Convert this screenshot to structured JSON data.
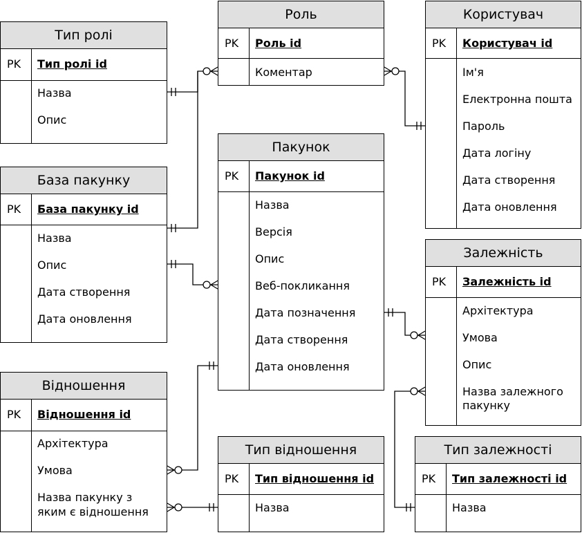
{
  "entities": {
    "role": {
      "title": "Роль",
      "pk_label": "PK",
      "pk": "Роль id",
      "attrs": [
        "Коментар"
      ]
    },
    "user": {
      "title": "Користувач",
      "pk_label": "PK",
      "pk": "Користувач id",
      "attrs": [
        "Ім'я",
        "Електронна пошта",
        "Пароль",
        "Дата  логіну",
        "Дата створення",
        "Дата оновлення"
      ]
    },
    "role_type": {
      "title": "Тип ролі",
      "pk_label": "PK",
      "pk": "Тип ролі id",
      "attrs": [
        "Назва",
        "Опис"
      ]
    },
    "package": {
      "title": "Пакунок",
      "pk_label": "PK",
      "pk": "Пакунок id",
      "attrs": [
        "Назва",
        "Версія",
        "Опис",
        "Веб-покликання",
        "Дата позначення",
        "Дата створення",
        "Дата оновлення"
      ]
    },
    "package_base": {
      "title": "База пакунку",
      "pk_label": "PK",
      "pk": "База пакунку id",
      "attrs": [
        "Назва",
        "Опис",
        "Дата створення",
        "Дата оновлення"
      ]
    },
    "dependency": {
      "title": "Залежність",
      "pk_label": "PK",
      "pk": "Залежність id",
      "attrs": [
        "Архітектура",
        "Умова",
        "Опис",
        "Назва залежного",
        "пакунку"
      ]
    },
    "relation": {
      "title": "Відношення",
      "pk_label": "PK",
      "pk": "Відношення id",
      "attrs": [
        "Архітектура",
        "Умова",
        "Назва пакунку з",
        "яким є відношення"
      ]
    },
    "relation_type": {
      "title": "Тип відношення",
      "pk_label": "PK",
      "pk": "Тип відношення id",
      "attrs": [
        "Назва"
      ]
    },
    "dependency_type": {
      "title": "Тип залежності",
      "pk_label": "PK",
      "pk": "Тип залежності id",
      "attrs": [
        "Назва"
      ]
    }
  }
}
